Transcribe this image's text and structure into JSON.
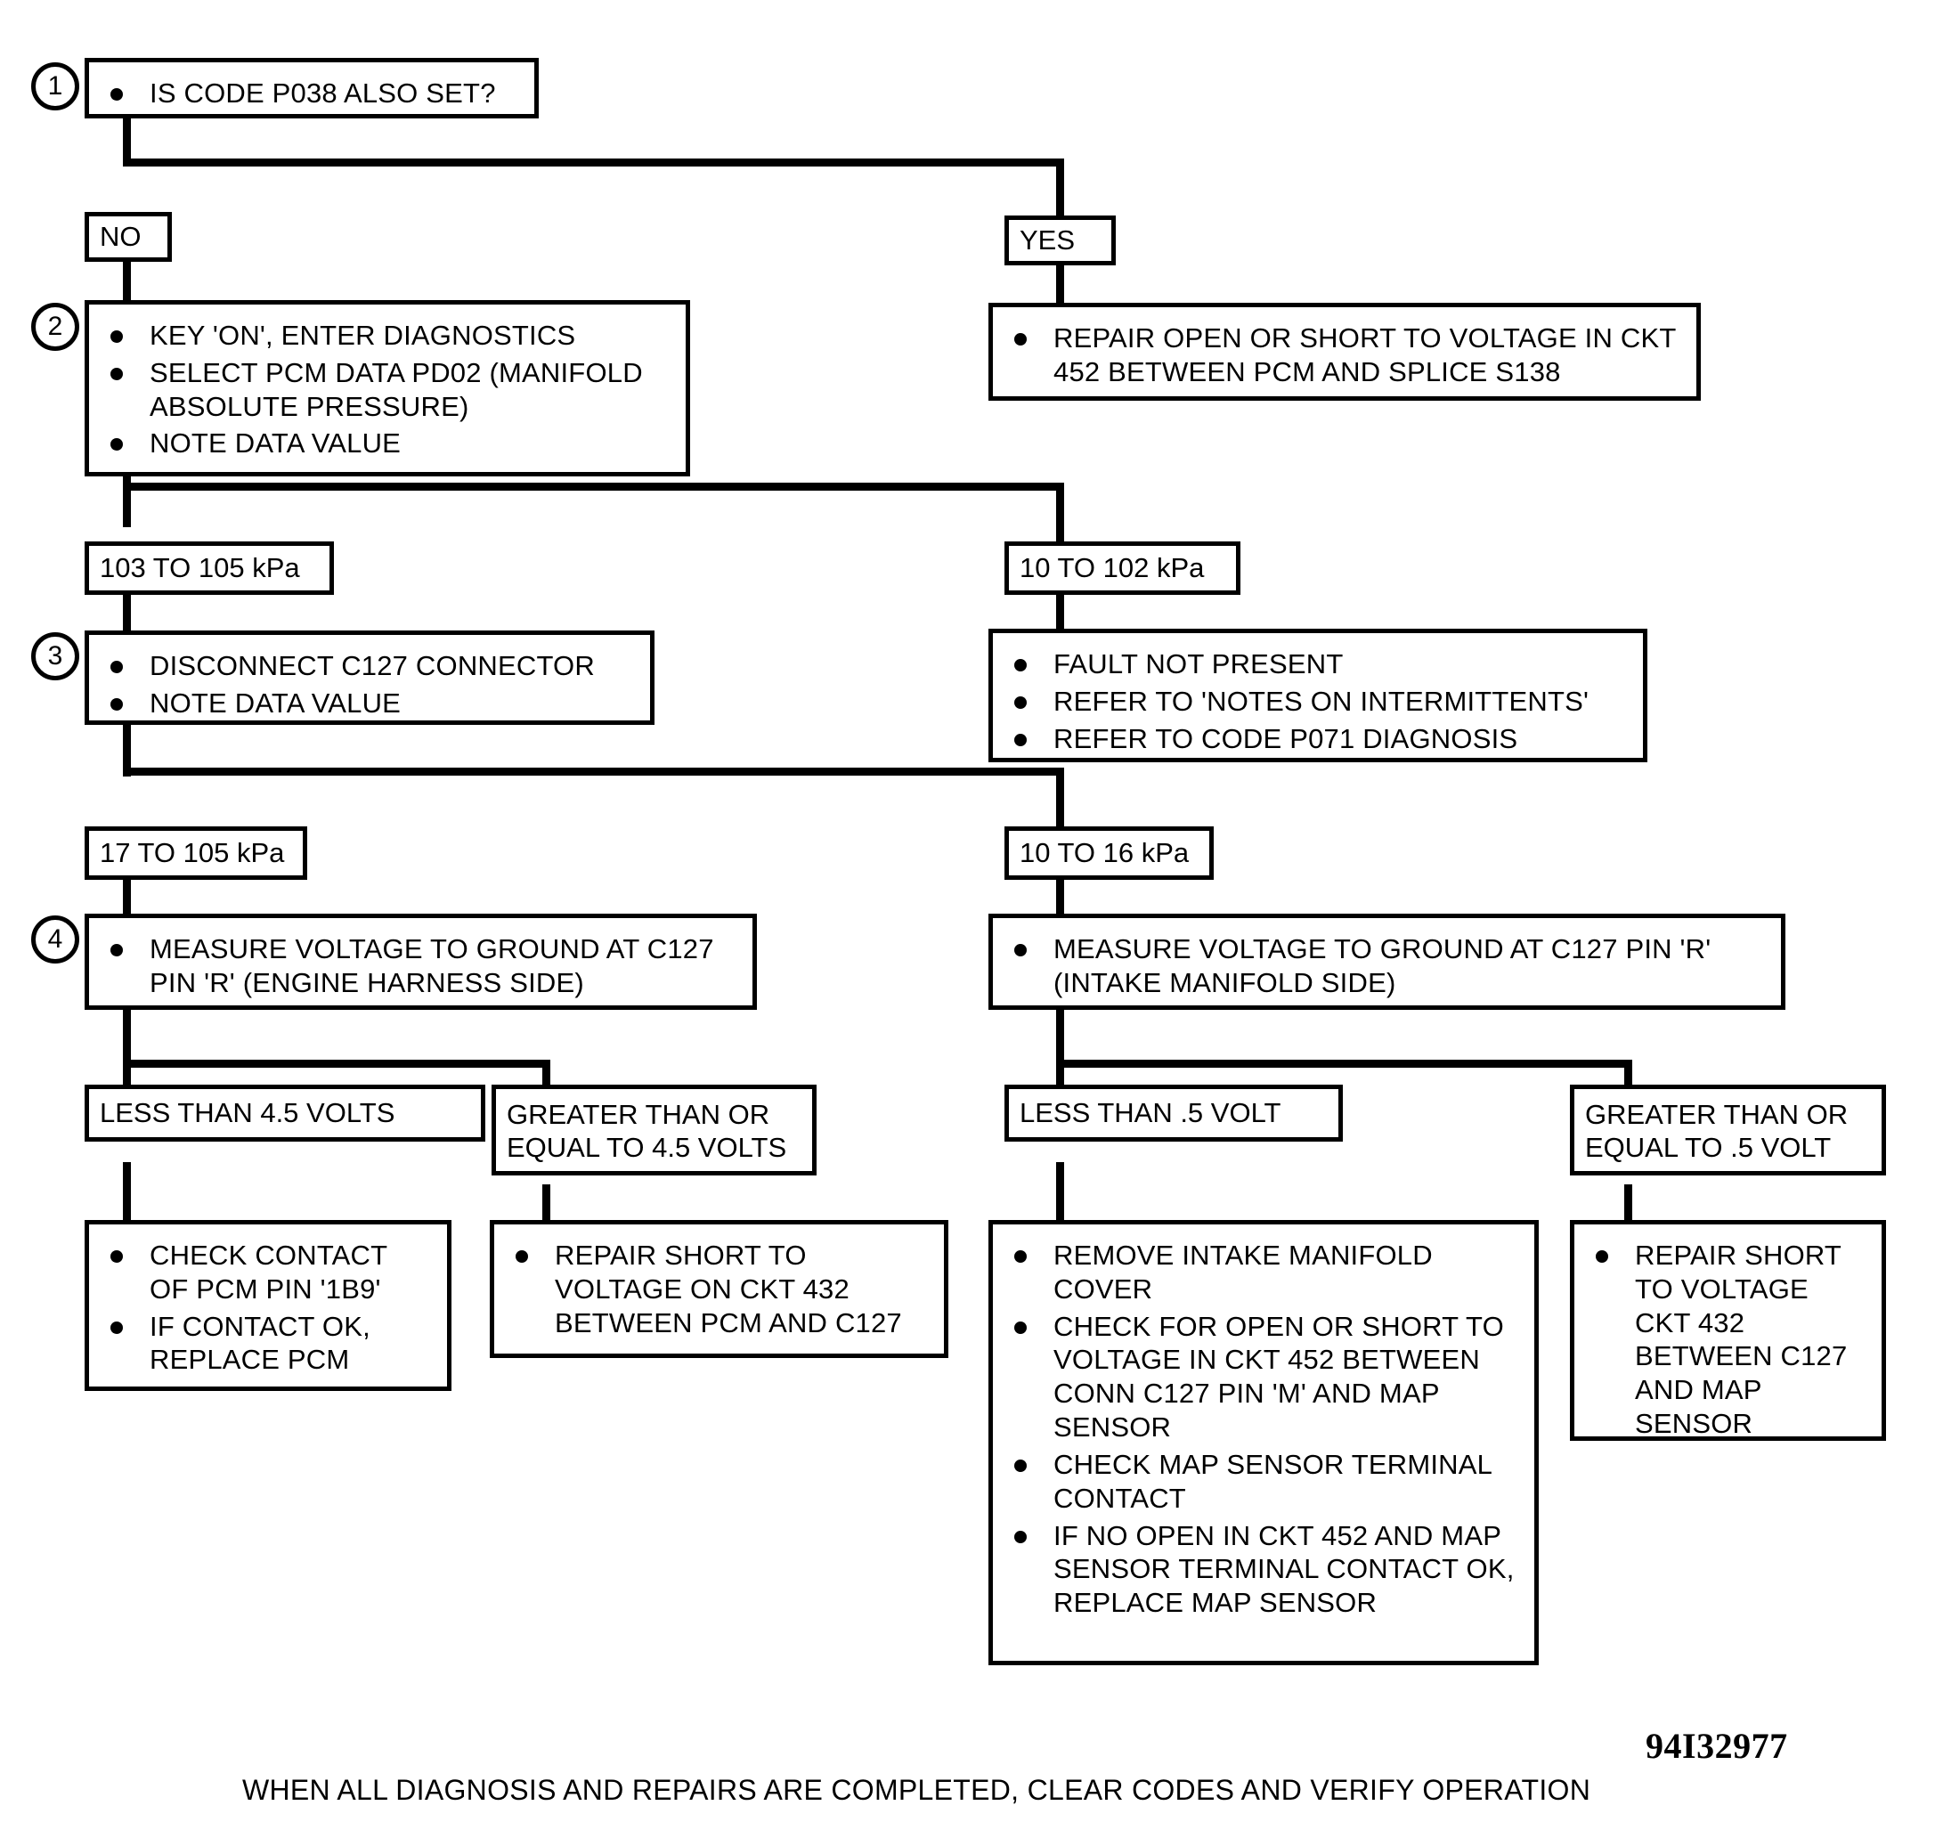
{
  "diagram": {
    "title_figure_number": "94I32977",
    "footer_note": "WHEN ALL DIAGNOSIS AND REPAIRS ARE COMPLETED, CLEAR CODES AND VERIFY OPERATION",
    "steps": {
      "s1": "1",
      "s2": "2",
      "s3": "3",
      "s4": "4"
    },
    "nodes": {
      "step1": {
        "bullets": [
          "IS CODE P038 ALSO SET?"
        ]
      },
      "branch_no": "NO",
      "branch_yes": "YES",
      "step2": {
        "bullets": [
          "KEY 'ON', ENTER DIAGNOSTICS",
          "SELECT PCM DATA PD02 (MANIFOLD ABSOLUTE PRESSURE)",
          "NOTE DATA VALUE"
        ]
      },
      "yes_result": {
        "bullets": [
          "REPAIR OPEN OR SHORT TO VOLTAGE IN CKT 452 BETWEEN PCM AND SPLICE S138"
        ]
      },
      "kpa_103_105": "103 TO 105 kPa",
      "kpa_10_102": "10 TO 102 kPa",
      "step3": {
        "bullets": [
          "DISCONNECT C127 CONNECTOR",
          "NOTE DATA VALUE"
        ]
      },
      "fault_not_present": {
        "bullets": [
          "FAULT NOT PRESENT",
          "REFER TO 'NOTES ON INTERMITTENTS'",
          "REFER TO CODE P071 DIAGNOSIS"
        ]
      },
      "kpa_17_105": "17 TO 105 kPa",
      "kpa_10_16": "10 TO 16 kPa",
      "step4_left": {
        "bullets": [
          "MEASURE VOLTAGE TO GROUND AT C127 PIN 'R' (ENGINE HARNESS SIDE)"
        ]
      },
      "step4_right": {
        "bullets": [
          "MEASURE VOLTAGE TO GROUND AT C127 PIN 'R' (INTAKE MANIFOLD SIDE)"
        ]
      },
      "volts_less_4_5": "LESS THAN 4.5 VOLTS",
      "volts_ge_4_5_line1": "GREATER THAN OR",
      "volts_ge_4_5_line2": "EQUAL TO 4.5 VOLTS",
      "volts_less_point5": "LESS THAN .5 VOLT",
      "volts_ge_point5_line1": "GREATER THAN OR",
      "volts_ge_point5_line2": "EQUAL TO .5 VOLT",
      "result_check_pcm": {
        "bullets": [
          "CHECK CONTACT OF PCM PIN '1B9'",
          "IF CONTACT OK, REPLACE PCM"
        ]
      },
      "result_repair_432_pcm": {
        "bullets": [
          "REPAIR SHORT TO VOLTAGE ON CKT 432 BETWEEN PCM AND C127"
        ]
      },
      "result_intake_manifold": {
        "bullets": [
          "REMOVE INTAKE MANIFOLD COVER",
          "CHECK FOR OPEN OR SHORT TO VOLTAGE IN CKT 452 BETWEEN CONN C127 PIN 'M' AND MAP SENSOR",
          "CHECK MAP SENSOR TERMINAL CONTACT",
          "IF NO OPEN IN CKT 452 AND MAP SENSOR TERMINAL CONTACT OK, REPLACE MAP SENSOR"
        ]
      },
      "result_repair_432_map": {
        "bullets": [
          "REPAIR  SHORT TO VOLTAGE CKT 432 BETWEEN C127 AND MAP SENSOR"
        ]
      }
    },
    "colors": {
      "line": "#000000",
      "background": "#ffffff"
    }
  }
}
